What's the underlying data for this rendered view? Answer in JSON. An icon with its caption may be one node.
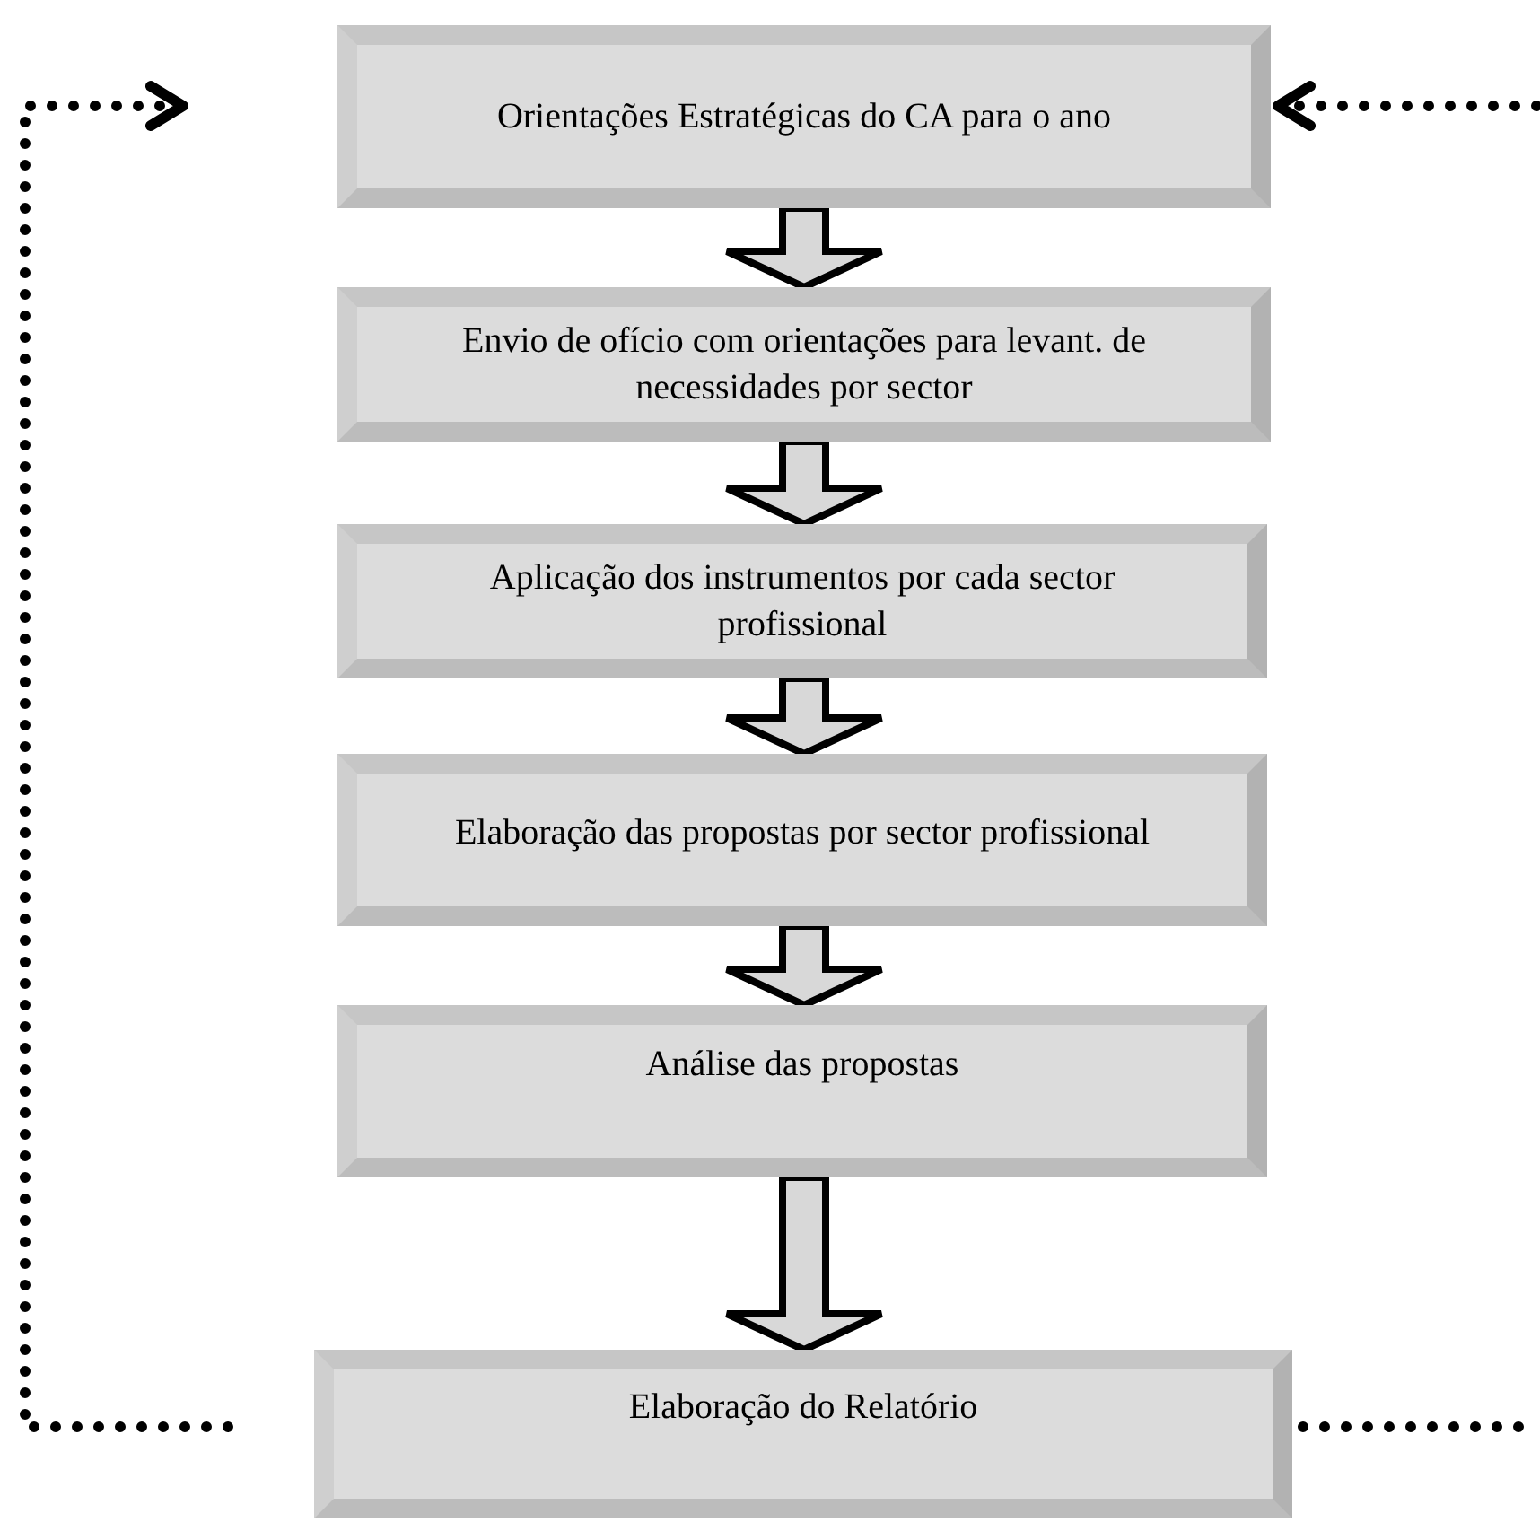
{
  "diagram": {
    "nodes": [
      {
        "text": [
          "Orientações Estratégicas do CA para o ano"
        ]
      },
      {
        "text": [
          "Envio de ofício com orientações para levant. de necessidades por sector"
        ]
      },
      {
        "text": [
          "Aplicação dos instrumentos por cada sector profissional"
        ]
      },
      {
        "text": [
          "Elaboração das propostas por sector profissional"
        ]
      },
      {
        "text": [
          "Análise das propostas"
        ]
      },
      {
        "text": [
          "Elaboração do Relatório"
        ]
      }
    ],
    "edges": [
      {
        "from": 0,
        "to": 1,
        "arrow": "to"
      },
      {
        "from": 1,
        "to": 2,
        "arrow": "to"
      },
      {
        "from": 2,
        "to": 3,
        "arrow": "to"
      },
      {
        "from": 3,
        "to": 4,
        "arrow": "to"
      },
      {
        "from": 4,
        "to": 5,
        "arrow": "to"
      },
      {
        "from": 5,
        "to": 0,
        "arrow": "to",
        "style": "dashed"
      },
      {
        "from": null,
        "to": 0,
        "arrow": "to",
        "style": "dashed"
      },
      {
        "from": 5,
        "to": null,
        "arrow": "none",
        "style": "dashed"
      }
    ]
  }
}
